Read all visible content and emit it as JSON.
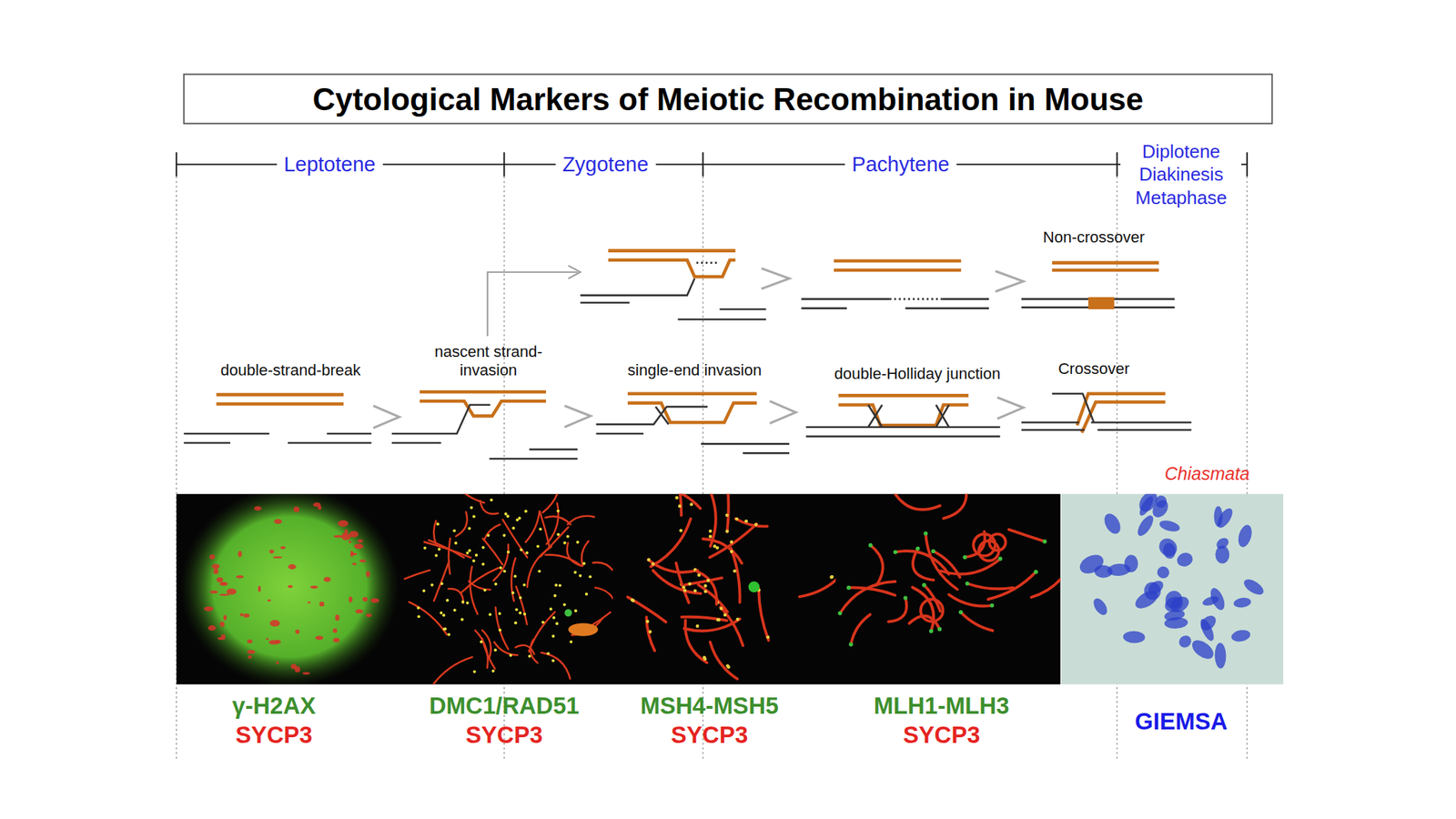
{
  "diagram": {
    "title": "Cytological Markers of Meiotic Recombination in Mouse",
    "labels": [
      "Leptotene",
      "Zygotene",
      "Pachytene",
      "Diplotene Diakinesis Metaphase",
      "Non-crossover",
      "nascent strand-invasion",
      "double-strand-break",
      "single-end invasion",
      "double-Holliday junction",
      "Crossover",
      "Chiasmata",
      "γ-H2AX",
      "SYCP3",
      "DMC1/RAD51",
      "SYCP3",
      "MSH4-MSH5",
      "SYCP3",
      "MLH1-MLH3",
      "SYCP3",
      "GIEMSA"
    ]
  }
}
